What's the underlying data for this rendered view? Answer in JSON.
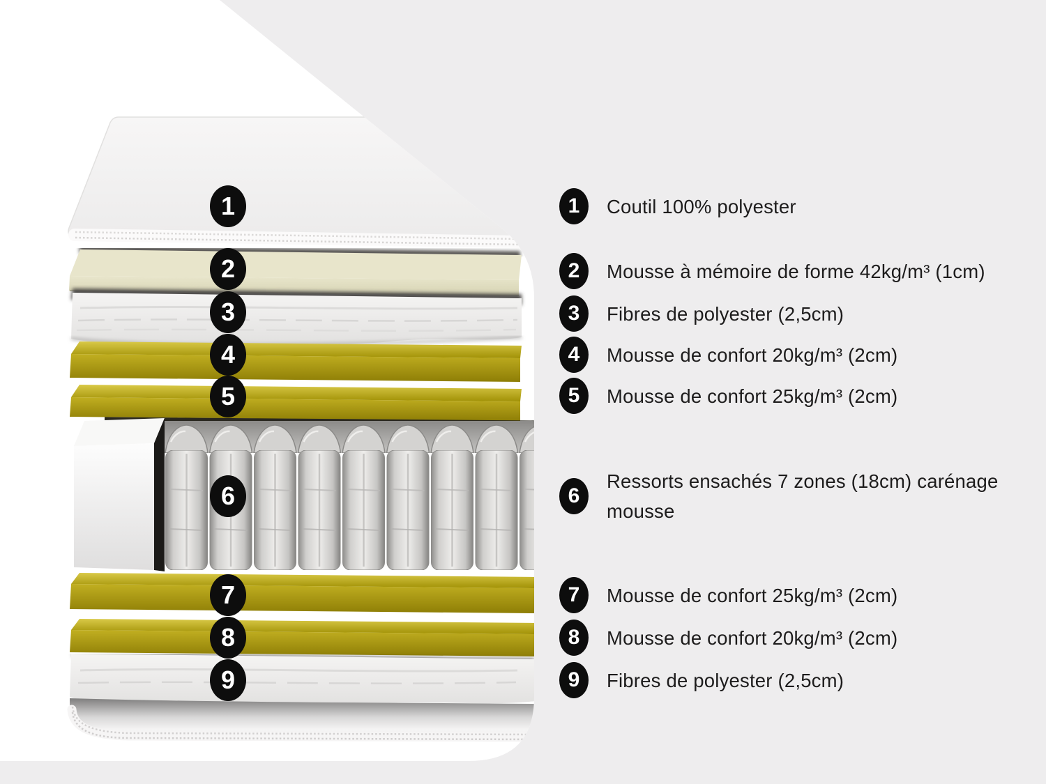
{
  "colors": {
    "page_bg": "#eeedee",
    "panel_bg": "#ffffff",
    "badge_bg": "#0d0d0d",
    "badge_text": "#ffffff",
    "text": "#1d1c1c",
    "foam_yellow": "#b7a51a",
    "foam_cream": "#e6e3c9",
    "spring_gray": "#d9d8d6"
  },
  "legend": {
    "items": [
      {
        "number": "1",
        "label": "Coutil 100% polyester"
      },
      {
        "number": "2",
        "label": "Mousse à mémoire de forme 42kg/m³ (1cm)"
      },
      {
        "number": "3",
        "label": "Fibres de polyester (2,5cm)"
      },
      {
        "number": "4",
        "label": "Mousse de confort 20kg/m³ (2cm)"
      },
      {
        "number": "5",
        "label": "Mousse de confort 25kg/m³ (2cm)"
      },
      {
        "number": "6",
        "label": "Ressorts ensachés 7 zones (18cm) carénage mousse"
      },
      {
        "number": "7",
        "label": "Mousse de confort 25kg/m³ (2cm)"
      },
      {
        "number": "8",
        "label": "Mousse de confort 20kg/m³ (2cm)"
      },
      {
        "number": "9",
        "label": "Fibres de polyester (2,5cm)"
      }
    ]
  }
}
